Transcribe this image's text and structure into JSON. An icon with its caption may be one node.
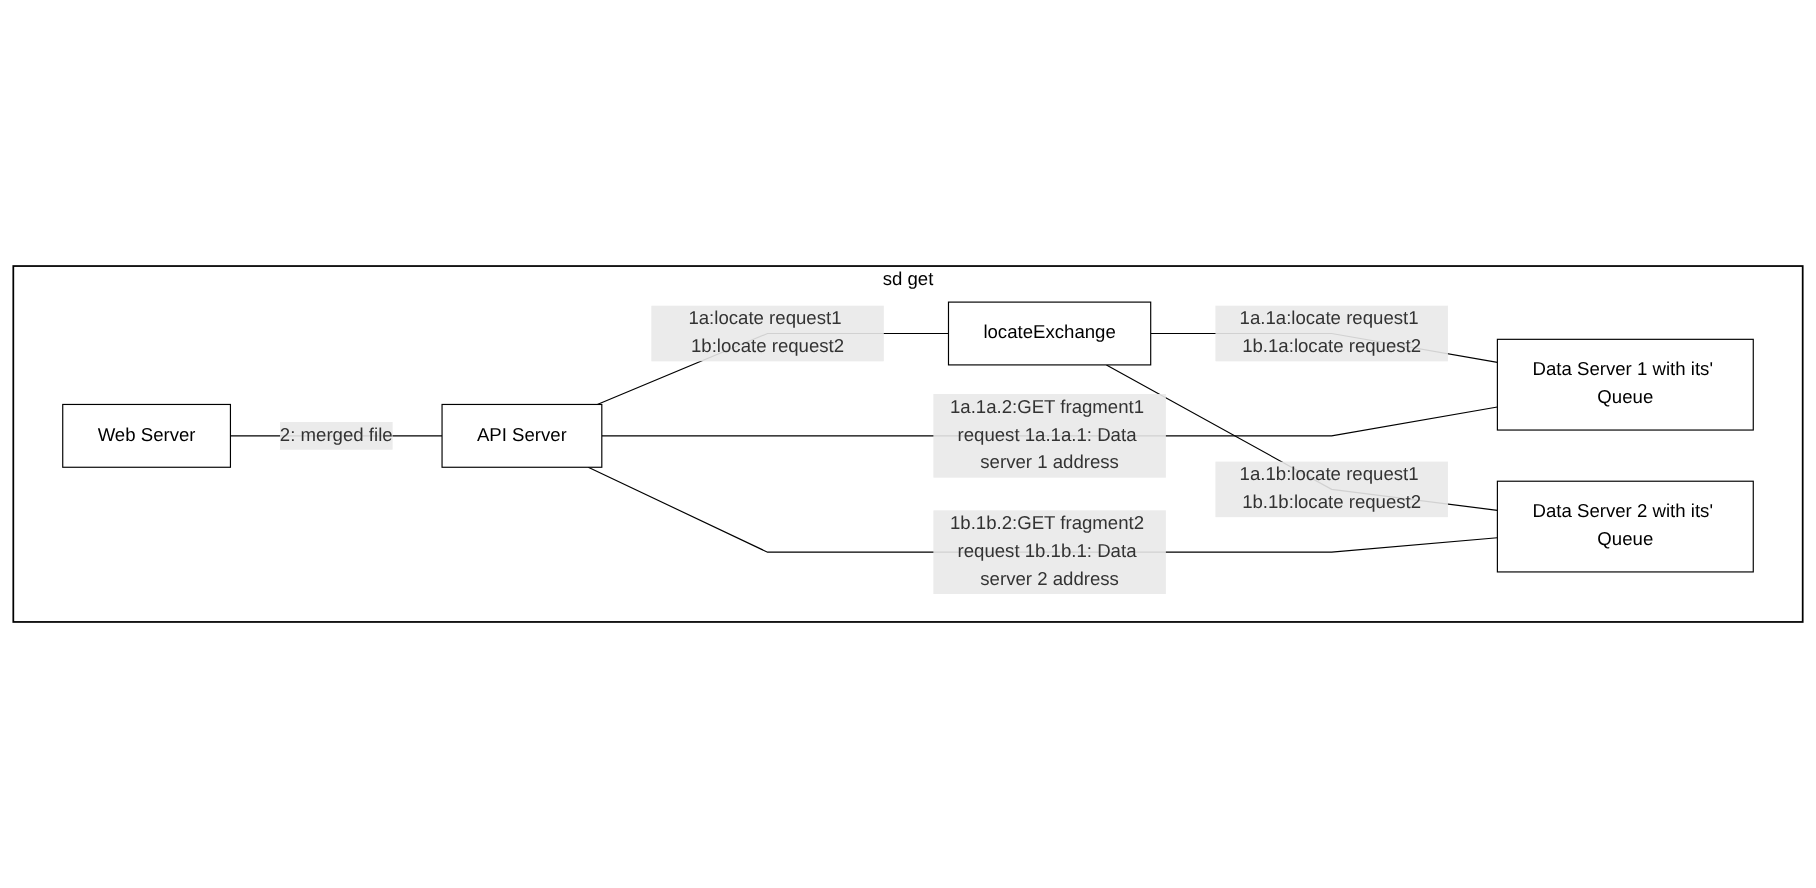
{
  "diagram": {
    "nodes": [
      {
        "text": [
          "sd get"
        ]
      },
      {
        "text": [
          "Web Server"
        ],
        "in": 0
      },
      {
        "text": [
          "API Server"
        ],
        "in": 0
      },
      {
        "text": [
          "locateExchange"
        ],
        "in": 0
      },
      {
        "text": [
          "Data Server 1 with its' Queue"
        ],
        "in": 0
      },
      {
        "text": [
          "Data Server 2 with its' Queue"
        ],
        "in": 0
      }
    ],
    "edges": [
      {
        "from": 1,
        "to": 2,
        "arrow": "none",
        "label": "2: merged file"
      },
      {
        "from": 2,
        "to": 3,
        "arrow": "none",
        "label": "1a:locate request1 1b:locate request2"
      },
      {
        "from": 3,
        "to": 4,
        "arrow": "none",
        "label": "1a.1a:locate request1 1b.1a:locate request2"
      },
      {
        "from": 3,
        "to": 5,
        "arrow": "none",
        "label": "1a.1b:locate request1 1b.1b:locate request2"
      },
      {
        "from": 2,
        "to": 4,
        "arrow": "none",
        "label": "1a.1a.2:GET fragment1 request 1a.1a.1: Data server 1 address"
      },
      {
        "from": 2,
        "to": 5,
        "arrow": "none",
        "label": "1b.1b.2:GET fragment2 request 1b.1b.1: Data server 2 address"
      }
    ]
  }
}
